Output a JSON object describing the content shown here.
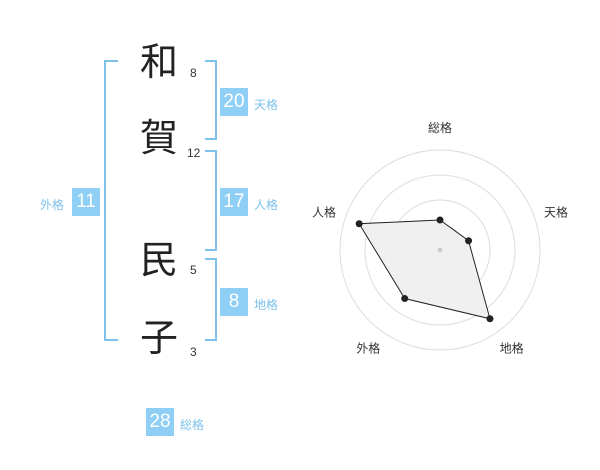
{
  "name": {
    "characters": [
      {
        "char": "和",
        "strokes": "8"
      },
      {
        "char": "賀",
        "strokes": "12"
      },
      {
        "char": "民",
        "strokes": "5"
      },
      {
        "char": "子",
        "strokes": "3"
      }
    ]
  },
  "fortunes": {
    "tenkaku": {
      "value": "20",
      "label": "天格"
    },
    "jinkaku": {
      "value": "17",
      "label": "人格"
    },
    "chikaku": {
      "value": "8",
      "label": "地格"
    },
    "gaikaku": {
      "value": "11",
      "label": "外格"
    },
    "soukaku": {
      "value": "28",
      "label": "総格"
    }
  },
  "radar": {
    "axes": [
      "総格",
      "天格",
      "地格",
      "外格",
      "人格"
    ],
    "values": [
      0.3,
      0.3,
      0.85,
      0.6,
      0.85
    ],
    "colors": {
      "fill": "#eeeeee",
      "stroke": "#222222",
      "grid": "#dddddd"
    }
  },
  "colors": {
    "accent": "#8fcff5",
    "bracket": "#7ec2ec"
  }
}
